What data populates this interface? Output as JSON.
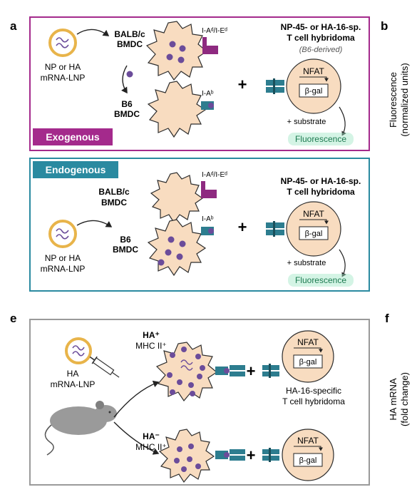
{
  "panel_letters": {
    "a": "a",
    "b": "b",
    "e": "e",
    "f": "f"
  },
  "colors": {
    "exogenous": "#a42a8c",
    "endogenous": "#2a8aa0",
    "cell_fill": "#f8dcc0",
    "cell_stroke": "#2d2d2d",
    "antigen": "#6b4c9a",
    "mhc_balbc": "#8e2a80",
    "mhc_b6": "#2d7d8f",
    "tcr": "#2d7d8f",
    "fluorescence_glow": "#9fe6c6",
    "lnp_ring": "#e8b44a",
    "mouse": "#9a9a9a",
    "panel_e_border": "#9a9a9a"
  },
  "a": {
    "exogenous": {
      "tag": "Exogenous",
      "lnp_label": [
        "NP or HA",
        "mRNA-LNP"
      ],
      "donor_cell": [
        "BALB/c",
        "BMDC"
      ],
      "donor_mhc": "I-Aᵈ/I-Eᵈ",
      "recipient_cell": [
        "B6",
        "BMDC"
      ],
      "recipient_mhc": "I-Aᵇ",
      "plus": "+",
      "hybridoma_title": [
        "NP-45- or HA-16-sp.",
        "T cell hybridoma"
      ],
      "hybridoma_sub": "(B6-derived)",
      "nfat": "NFAT",
      "bgal": "β-gal",
      "substrate": "+ substrate",
      "fluorescence": "Fluorescence"
    },
    "endogenous": {
      "tag": "Endogenous",
      "lnp_label": [
        "NP or HA",
        "mRNA-LNP"
      ],
      "cell_top": [
        "BALB/c",
        "BMDC"
      ],
      "mhc_top": "I-Aᵈ/I-Eᵈ",
      "cell_bottom": [
        "B6",
        "BMDC"
      ],
      "mhc_bottom": "I-Aᵇ",
      "plus": "+",
      "hybridoma_title": [
        "NP-45- or HA-16-sp.",
        "T cell hybridoma"
      ],
      "nfat": "NFAT",
      "bgal": "β-gal",
      "substrate": "+ substrate",
      "fluorescence": "Fluorescence"
    }
  },
  "b": {
    "ylabel": [
      "Fluorescence",
      "(normalized units)"
    ]
  },
  "e": {
    "lnp_label": [
      "HA",
      "mRNA-LNP"
    ],
    "cell_top": [
      "HA⁺",
      "MHC II⁺"
    ],
    "cell_bottom": [
      "HA⁻",
      "MHC II⁺"
    ],
    "plus": "+",
    "nfat": "NFAT",
    "bgal": "β-gal",
    "hybridoma": [
      "HA-16-specific",
      "T cell hybridoma"
    ]
  },
  "f": {
    "ylabel": [
      "HA mRNA",
      "(fold change)"
    ]
  }
}
